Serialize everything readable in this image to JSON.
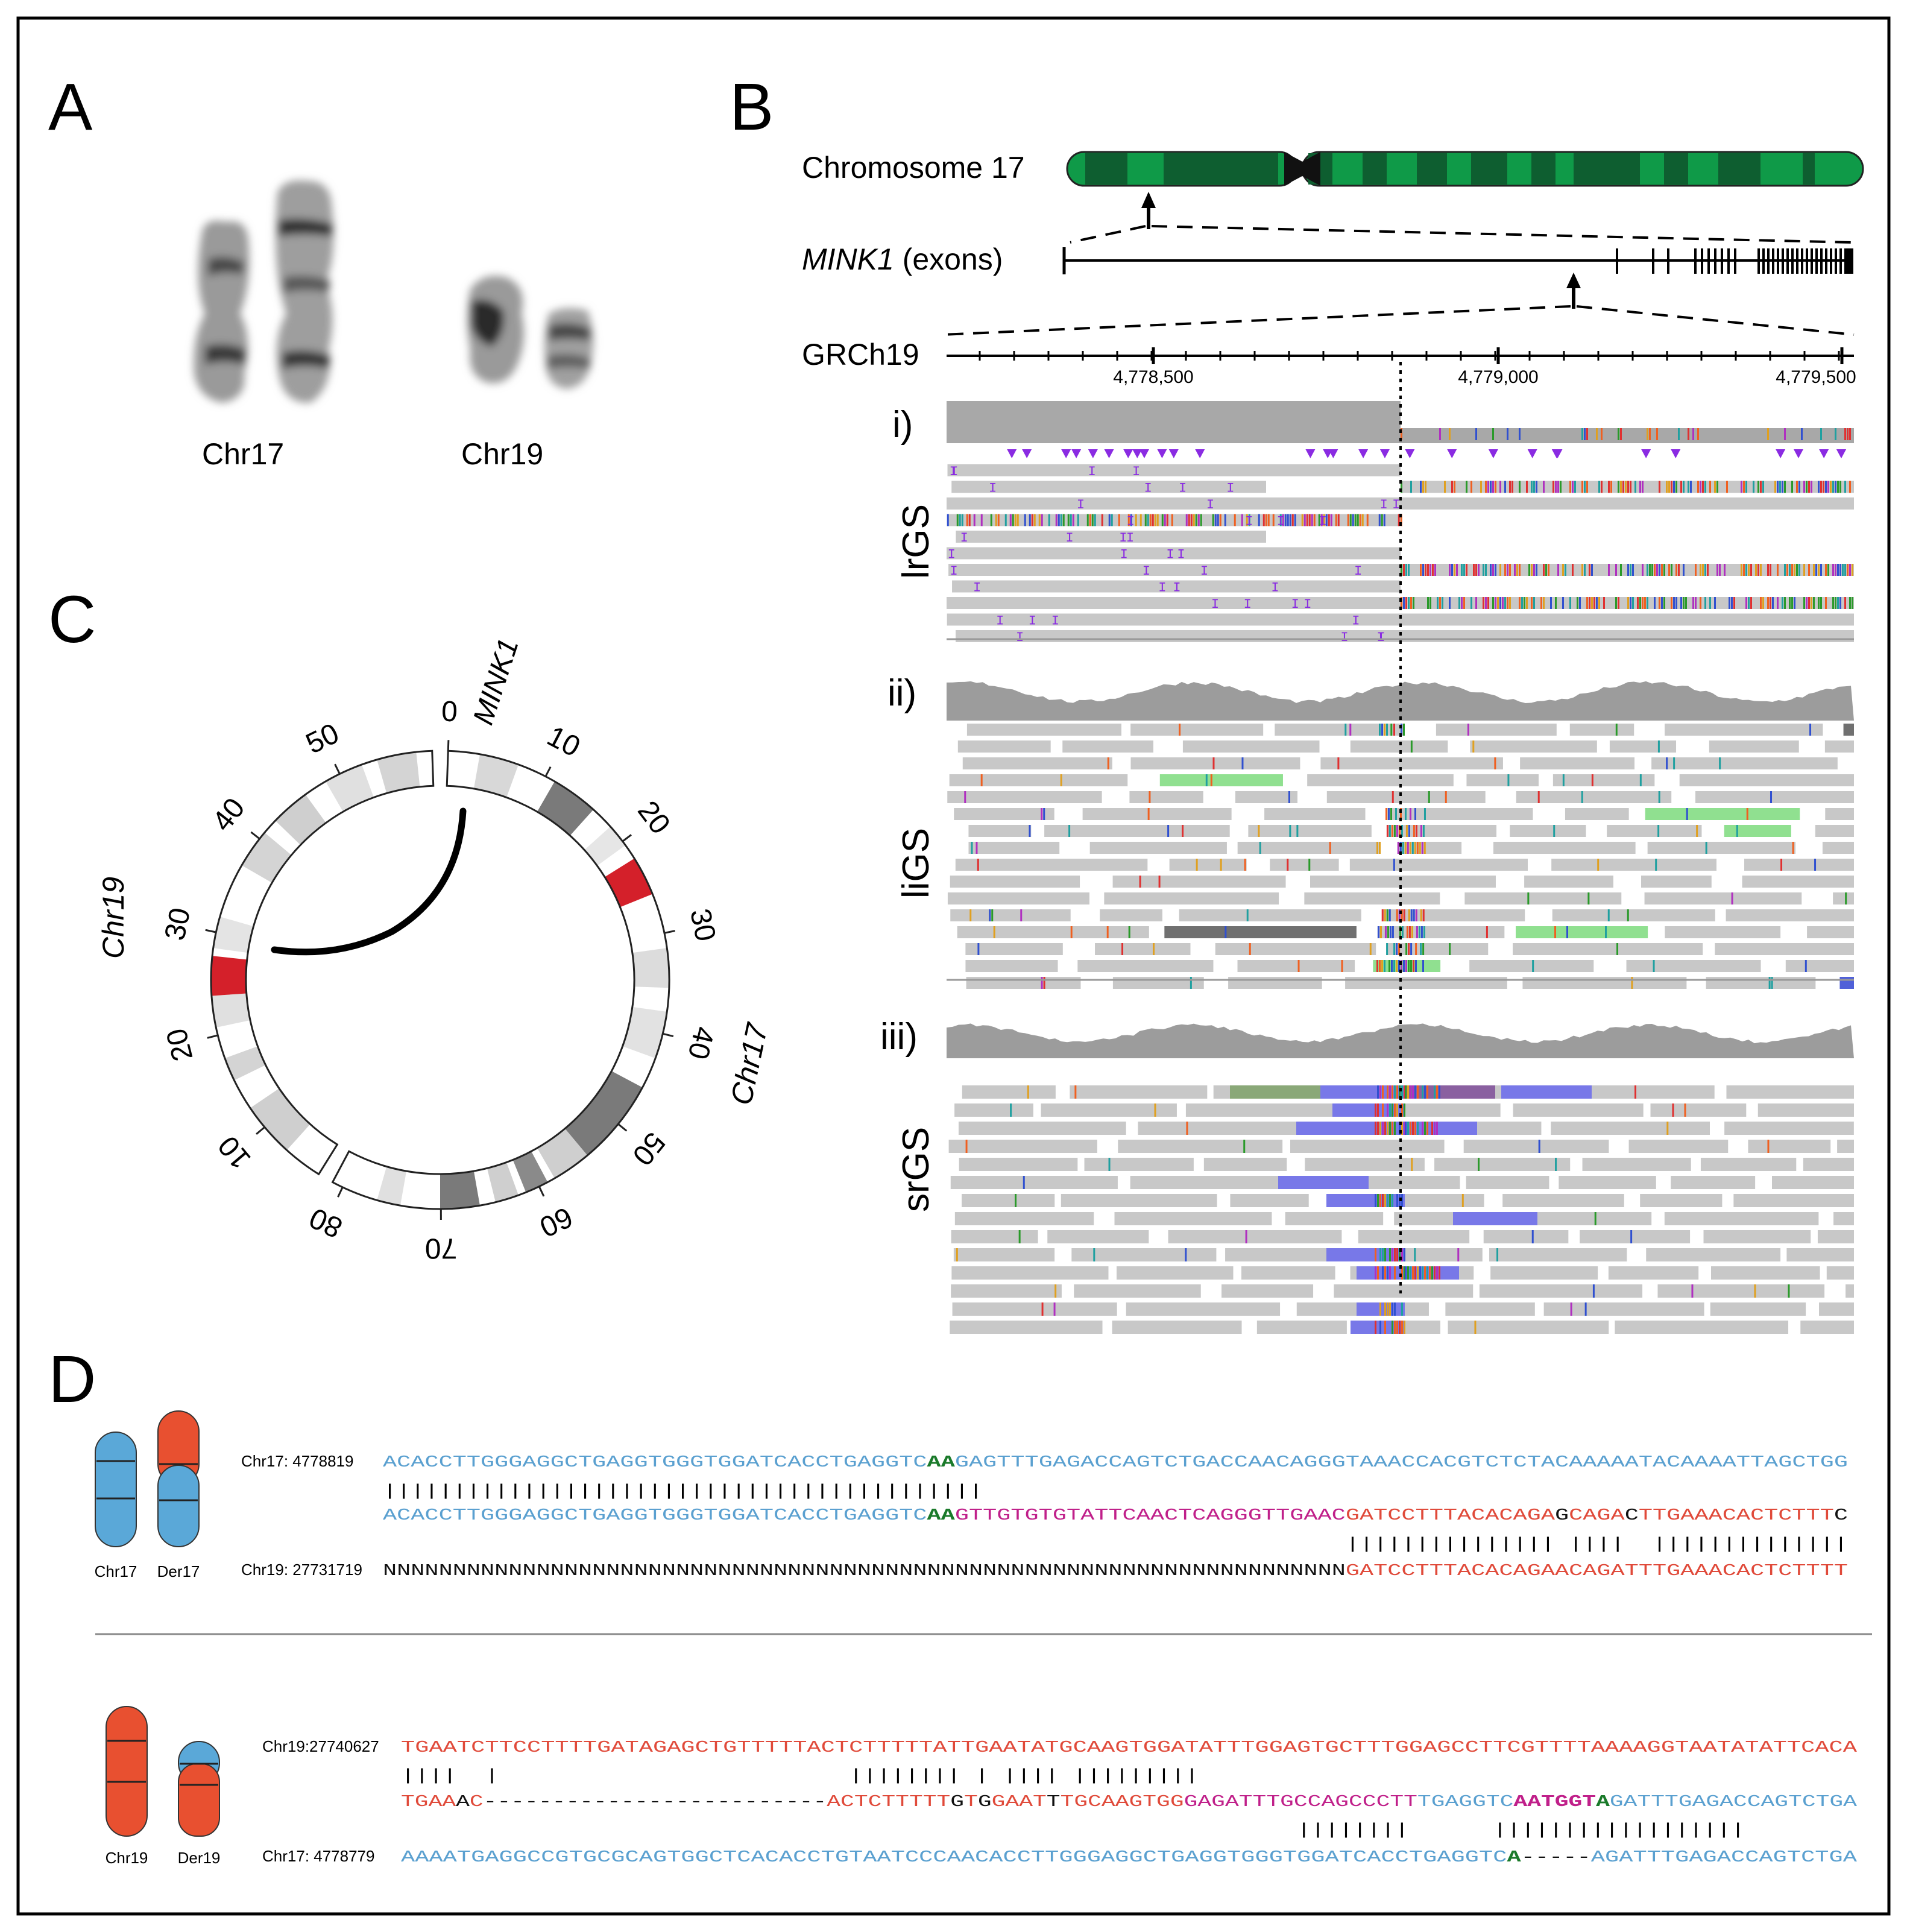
{
  "panels": {
    "a": "A",
    "b": "B",
    "c": "C",
    "d": "D"
  },
  "panel_a": {
    "label1": "Chr17",
    "label2": "Chr19"
  },
  "panel_b": {
    "chrom_label": "Chromosome 17",
    "gene_label_italic": "MINK1",
    "gene_label_rest": " (exons)",
    "ref_label": "GRCh19",
    "ticks": [
      "4,778,500",
      "4,779,000",
      "4,779,500"
    ],
    "tracks": [
      {
        "roman": "i)",
        "name": "lrGS"
      },
      {
        "roman": "ii)",
        "name": "liGS"
      },
      {
        "roman": "iii)",
        "name": "srGS"
      }
    ]
  },
  "panel_c": {
    "chr19_label": "Chr19",
    "chr17_label": "Chr17",
    "gene_label": "MINK1",
    "chr17_ticks": [
      "0",
      "10",
      "20",
      "30",
      "40",
      "50",
      "60",
      "70",
      "80"
    ],
    "chr19_ticks": [
      "10",
      "20",
      "30",
      "40",
      "50"
    ]
  },
  "panel_d": {
    "top": {
      "ideogram_labels": [
        "Chr17",
        "Der17"
      ],
      "row1_label": "Chr17: 4778819",
      "row3_label": "Chr19: 27731719",
      "row1": [
        {
          "t": "ACACCTTGGGAGGCTGAGGTGGGTGGATCACCTGAGGTC",
          "c": "b"
        },
        {
          "t": "AA",
          "c": "g"
        },
        {
          "t": "GAGTTTGAGACCAGTCTGACCAACAGGGTAAACCACGTCTCTACAAAAATACAAAATTAGCTGG",
          "c": "b"
        }
      ],
      "bars1": "|||||||||||||||||||||||||||||||||||||||||||",
      "row2": [
        {
          "t": "ACACCTTGGGAGGCTGAGGTGGGTGGATCACCTGAGGTC",
          "c": "b"
        },
        {
          "t": "AA",
          "c": "g"
        },
        {
          "t": "GTTGTGTGTATTCAACTCAGGGTTGAAC",
          "c": "m"
        },
        {
          "t": "GATCCTTTACACAGA",
          "c": "r"
        },
        {
          "t": "G",
          "c": "k"
        },
        {
          "t": "CAGA",
          "c": "r"
        },
        {
          "t": "C",
          "c": "k"
        },
        {
          "t": "TTGAAACACTCTTT",
          "c": "r"
        },
        {
          "t": "C",
          "c": "k"
        }
      ],
      "bars2": "                                                                     ||||||||||||||| ||||  ||||||||||||||",
      "row3": [
        {
          "t": "NNNNNNNNNNNNNNNNNNNNNNNNNNNNNNNNNNNNNNNNNNNNNNNNNNNNNNNNNNNNNNNNNNNNN",
          "c": "k"
        },
        {
          "t": "GATCCTTTACACAGAACAGATTTGAAACACTCTTTT",
          "c": "r"
        }
      ]
    },
    "bottom": {
      "ideogram_labels": [
        "Chr19",
        "Der19"
      ],
      "row1_label": "Chr19:27740627",
      "row3_label": "Chr17: 4778779",
      "row1": [
        {
          "t": "TGAATCTTCCTTTTGATAGAGCTGTTTTTACTCTTTTTATTGAATATGCAAGTGGATATTTGGAGTGCTTTGGAGCCTTCGTTTTAAAAGGTAATATATTCACA",
          "c": "r"
        }
      ],
      "bars1": "||||  |                         |||||||| | |||| |||||||||",
      "row2": [
        {
          "t": "TGAA",
          "c": "r"
        },
        {
          "t": "A",
          "c": "k"
        },
        {
          "t": "C",
          "c": "r"
        },
        {
          "t": "-------------------------",
          "c": "k"
        },
        {
          "t": "ACTCTTTTT",
          "c": "r"
        },
        {
          "t": "G",
          "c": "k"
        },
        {
          "t": "T",
          "c": "r"
        },
        {
          "t": "G",
          "c": "k"
        },
        {
          "t": "GAAT",
          "c": "r"
        },
        {
          "t": "T",
          "c": "k"
        },
        {
          "t": "TGCAAGTGG",
          "c": "r"
        },
        {
          "t": "GAGATTTGCCAGCCCTT",
          "c": "m"
        },
        {
          "t": "TGAGGTC",
          "c": "b"
        },
        {
          "t": "AATGGT",
          "c": "mb"
        },
        {
          "t": "A",
          "c": "g"
        },
        {
          "t": "GATTTGAGACCAGTCTGA",
          "c": "b"
        }
      ],
      "bars2": "                                                                ||||||||      ||||||||||||||||||",
      "row3": [
        {
          "t": "AAAATGAGGCCGTGCGCAGTGGCTCACACCTGTAATCCCAACACCTTGGGAGGCTGAGGTGGGTGGATCACCTGAGGTC",
          "c": "b"
        },
        {
          "t": "A",
          "c": "g"
        },
        {
          "t": "-----",
          "c": "k"
        },
        {
          "t": "AGATTTGAGACCAGTCTGA",
          "c": "b"
        }
      ]
    }
  },
  "colors": {
    "chrom_dark": "#0e5e30",
    "chrom_light": "#0f9a48",
    "seq_blue": "#5aa0d0",
    "seq_red": "#e04a3a",
    "seq_green": "#1a7a2a",
    "seq_magenta": "#c0208a",
    "read_gray": "#c8c8c8",
    "translocation_red": "#d4202a",
    "ideogram_blue": "#5aa8d8",
    "ideogram_red": "#e85030"
  }
}
